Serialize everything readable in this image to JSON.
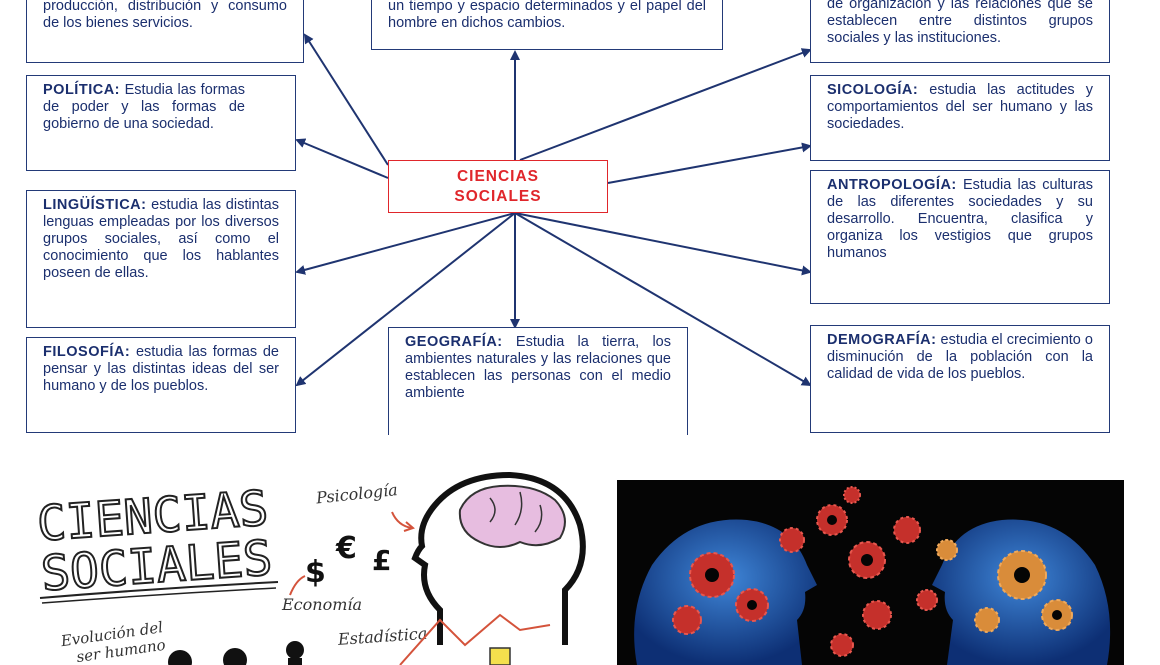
{
  "diagram": {
    "center": {
      "line1": "CIENCIAS",
      "line2": "SOCIALES"
    },
    "boxes": {
      "economia": {
        "title": "",
        "text": "producción, distribución y consumo de los bienes servicios."
      },
      "historia": {
        "title": "",
        "text": "un tiempo y espacio determinados y el papel del hombre en dichos cambios."
      },
      "sociologia": {
        "title": "",
        "text": "de organización y las relaciones que se establecen entre distintos grupos sociales y las instituciones."
      },
      "politica": {
        "title": "POLÍTICA:",
        "text": " Estudia las formas de poder y las formas de gobierno de una sociedad."
      },
      "sicologia": {
        "title": "SICOLOGÍA:",
        "text": " estudia las actitudes y comportamientos del ser humano y las sociedades."
      },
      "linguistica": {
        "title": "LINGÜÍSTICA:",
        "text": " estudia las distintas lenguas empleadas por los diversos grupos sociales, así como el conocimiento que los hablantes poseen de ellas."
      },
      "antropologia": {
        "title": "ANTROPOLOGÍA:",
        "text": " Estudia las culturas de las diferentes sociedades y su desarrollo. Encuentra, clasifica y organiza los vestigios que grupos humanos"
      },
      "filosofia": {
        "title": "FILOSOFÍA:",
        "text": " estudia las formas de pensar y las distintas ideas del ser humano y de los pueblos."
      },
      "geografia": {
        "title": "GEOGRAFÍA:",
        "text": " Estudia la tierra, los ambientes naturales y las relaciones que establecen las personas con el medio ambiente"
      },
      "demografia": {
        "title": "DEMOGRAFÍA:",
        "text": " estudia el crecimiento o disminución de la población con la calidad de vida de los pueblos."
      }
    }
  },
  "sketch": {
    "title_line1": "CIENCIAS",
    "title_line2": "SOCIALES",
    "psicologia": "Psicología",
    "economia": "Economía",
    "evolucion_line1": "Evolución del",
    "evolucion_line2": "ser humano",
    "estadistica": "Estadística",
    "euro": "€",
    "pound": "£",
    "dollar": "$"
  },
  "colors": {
    "box_border": "#233a78",
    "box_text": "#1b2f6e",
    "center_red": "#e0262b",
    "arrow": "#1f3470",
    "photo_bg": "#050505"
  }
}
